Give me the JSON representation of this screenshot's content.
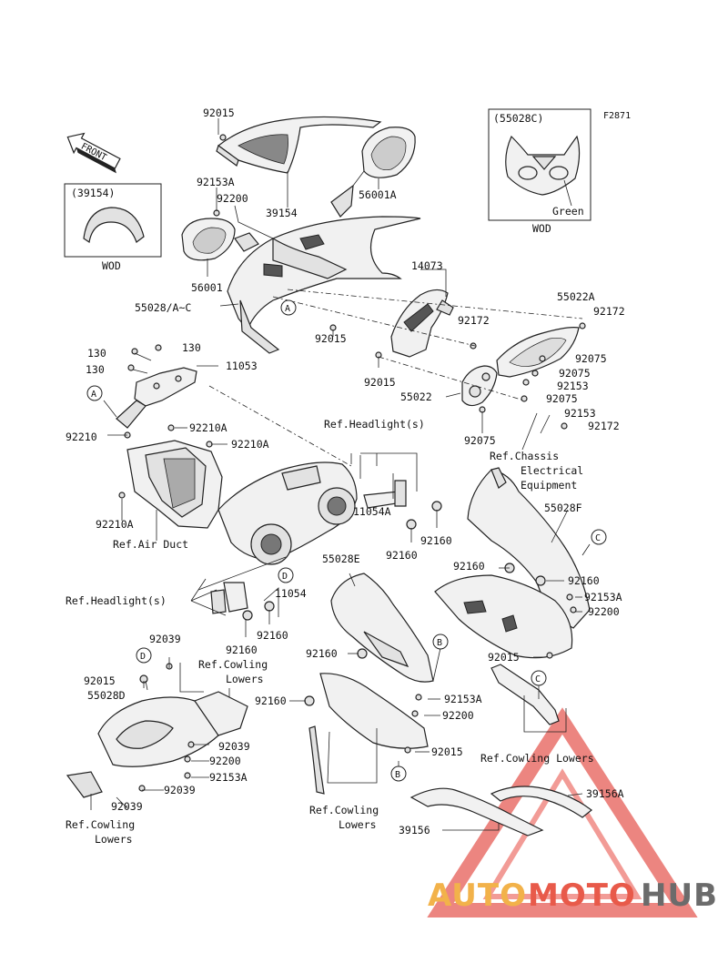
{
  "diagram_code": "F2871",
  "front_label": "FRONT",
  "inset_boxes": [
    {
      "part": "(39154)",
      "variant": "WOD"
    },
    {
      "part": "(55028C)",
      "variant": "WOD",
      "color": "Green"
    }
  ],
  "callouts": {
    "A": "A",
    "B": "B",
    "C": "C",
    "D": "D"
  },
  "part_labels": {
    "p92015_top": "92015",
    "p92153A_top": "92153A",
    "p92200_top": "92200",
    "p39154": "39154",
    "p56001A": "56001A",
    "p56001": "56001",
    "p55028AC": "55028/A~C",
    "p14073": "14073",
    "p55022A": "55022A",
    "p92172_a": "92172",
    "p92172_b": "92172",
    "p92015_mid": "92015",
    "p92015_mid2": "92015",
    "p92075_a": "92075",
    "p92075_b": "92075",
    "p92153_a": "92153",
    "p92075_c": "92075",
    "p55022": "55022",
    "p92153_b": "92153",
    "p92172_c": "92172",
    "p92075_d": "92075",
    "p130_a": "130",
    "p130_b": "130",
    "p130_c": "130",
    "p11053": "11053",
    "p92210A_a": "92210A",
    "p92210": "92210",
    "p92210A_b": "92210A",
    "p92210A_c": "92210A",
    "p11054A": "11054A",
    "p92160_a": "92160",
    "p92160_b": "92160",
    "p55028F": "55028F",
    "p11054": "11054",
    "p92160_c": "92160",
    "p92160_d": "92160",
    "p55028E": "55028E",
    "p92160_e": "92160",
    "p92160_f": "92160",
    "p92153A_r": "92153A",
    "p92200_r": "92200",
    "p92015_r": "92015",
    "p92039_a": "92039",
    "p92015_l": "92015",
    "p55028D": "55028D",
    "p92039_b": "92039",
    "p92200_l": "92200",
    "p92153A_l": "92153A",
    "p92039_c": "92039",
    "p92039_d": "92039",
    "p92160_g": "92160",
    "p92153A_c": "92153A",
    "p92200_c": "92200",
    "p92015_c": "92015",
    "p39156A": "39156A",
    "p39156": "39156"
  },
  "references": {
    "headlight_top": "Ref.Headlight(s)",
    "chassis_1": "Ref.Chassis",
    "chassis_2": "Electrical",
    "chassis_3": "Equipment",
    "air_duct": "Ref.Air Duct",
    "headlight_left": "Ref.Headlight(s)",
    "cowling_lowers_mid_1": "Ref.Cowling",
    "cowling_lowers_mid_2": "Lowers",
    "cowling_lowers_right": "Ref.Cowling Lowers",
    "cowling_lowers_left_1": "Ref.Cowling",
    "cowling_lowers_left_2": "Lowers",
    "cowling_lowers_bottom_1": "Ref.Cowling",
    "cowling_lowers_bottom_2": "Lowers"
  },
  "watermark": {
    "part1": "AUTO",
    "part2": "MOTO",
    "part3": "HUB"
  },
  "colors": {
    "watermark_orange": "#f2b24a",
    "watermark_red": "#e85a4a",
    "watermark_gray": "#6b6b6b"
  }
}
